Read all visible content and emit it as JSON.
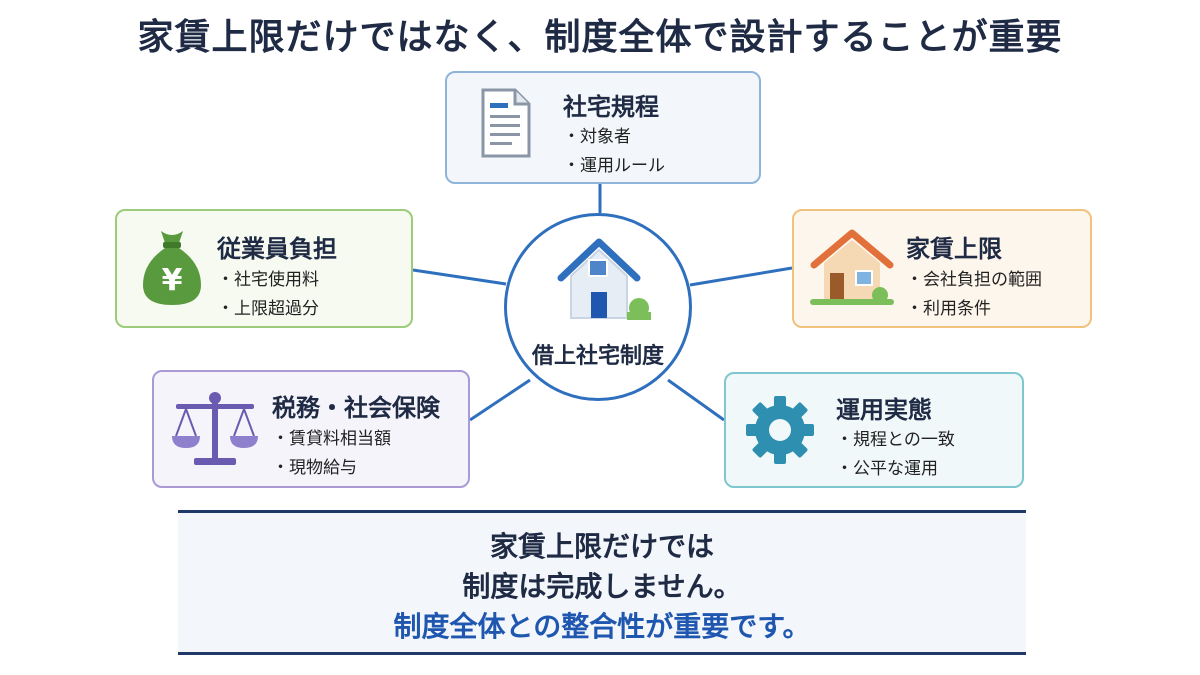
{
  "title": "家賃上限だけではなく、制度全体で設計することが重要",
  "center": {
    "label": "借上社宅制度",
    "icon": "house-icon"
  },
  "cards": {
    "top": {
      "title": "社宅規程",
      "items": [
        "対象者",
        "運用ルール"
      ],
      "icon": "document-icon"
    },
    "left1": {
      "title": "従業員負担",
      "items": [
        "社宅使用料",
        "上限超過分"
      ],
      "icon": "money-bag-icon"
    },
    "right1": {
      "title": "家賃上限",
      "items": [
        "会社負担の範囲",
        "利用条件"
      ],
      "icon": "house-icon"
    },
    "left2": {
      "title": "税務・社会保険",
      "items": [
        "賃貸料相当額",
        "現物給与"
      ],
      "icon": "scales-icon"
    },
    "right2": {
      "title": "運用実態",
      "items": [
        "規程との一致",
        "公平な運用"
      ],
      "icon": "gear-icon"
    }
  },
  "bottom": {
    "line1": "家賃上限だけでは",
    "line2": "制度は完成しません。",
    "line3": "制度全体との整合性が重要です。"
  },
  "colors": {
    "primary": "#2e6fbe",
    "accent_text": "#1f57b0",
    "navy": "#1f3a68",
    "green": "#5a9a3e",
    "orange": "#e2703a",
    "purple": "#6b5bb0",
    "teal": "#2f8fb0"
  }
}
